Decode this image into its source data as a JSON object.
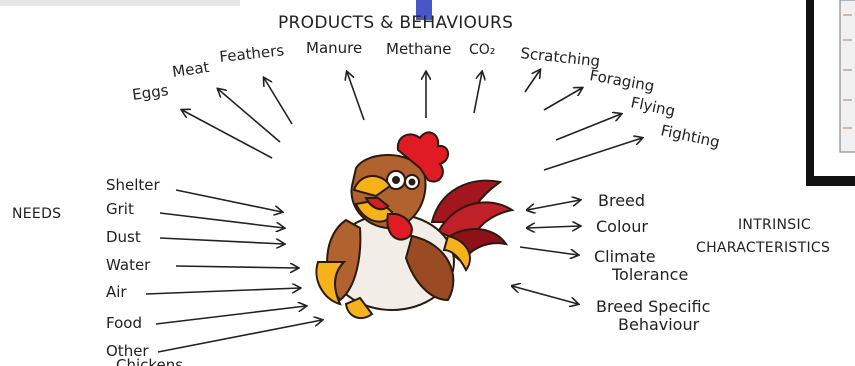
{
  "title": "PRODUCTS & BEHAVIOURS",
  "needs_label": "NEEDS",
  "needs": [
    "Shelter",
    "Grit",
    "Dust",
    "Water",
    "Air",
    "Food",
    "Other",
    "Chickens"
  ],
  "products": [
    "Eggs",
    "Meat",
    "Feathers",
    "Manure",
    "Methane",
    "CO₂"
  ],
  "behaviours": [
    "Scratching",
    "Foraging",
    "Flying",
    "Fighting"
  ],
  "characteristics_label": [
    "INTRINSIC",
    "CHARACTERISTICS"
  ],
  "characteristics": [
    "Breed",
    "Colour",
    "Climate",
    "Tolerance",
    "Breed Specific",
    "Behaviour"
  ],
  "colors": {
    "accent_bar": "#4a55c8",
    "comb": "#e01b24",
    "body": "#f2ede6",
    "wing": "#9a4b23",
    "beak": "#f6b21b",
    "tail": "#a3161f",
    "ink": "#222222"
  }
}
